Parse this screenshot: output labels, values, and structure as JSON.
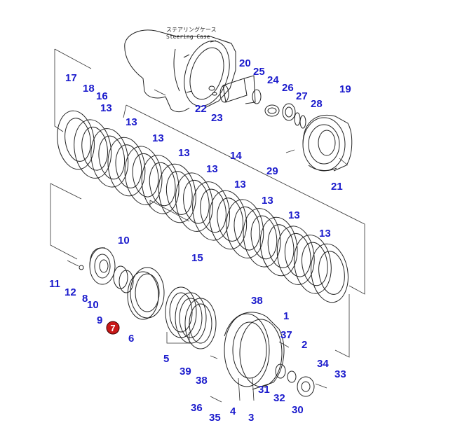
{
  "caption": {
    "jp": "ステアリングケース",
    "en": "Steering Case"
  },
  "highlight": {
    "number": "7",
    "color": "#c81818"
  },
  "label_color": "#1a1acc",
  "callouts": [
    "17",
    "18",
    "16",
    "13",
    "13",
    "13",
    "13",
    "13",
    "13",
    "14",
    "13",
    "13",
    "13",
    "13",
    "15",
    "20",
    "25",
    "24",
    "26",
    "27",
    "28",
    "19",
    "22",
    "23",
    "29",
    "21",
    "10",
    "11",
    "12",
    "8",
    "10",
    "9",
    "6",
    "5",
    "38",
    "1",
    "37",
    "2",
    "39",
    "38",
    "31",
    "32",
    "34",
    "33",
    "30",
    "36",
    "35",
    "4",
    "3"
  ]
}
